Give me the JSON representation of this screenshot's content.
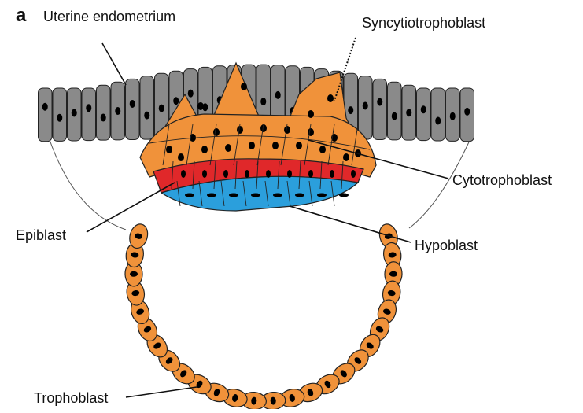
{
  "panel_letter": "a",
  "labels": {
    "uterine_endometrium": "Uterine endometrium",
    "syncytiotrophoblast": "Syncytiotrophoblast",
    "cytotrophoblast": "Cytotrophoblast",
    "epiblast": "Epiblast",
    "hypoblast": "Hypoblast",
    "trophoblast": "Trophoblast"
  },
  "colors": {
    "endometrium": "#8a8a8a",
    "trophoblast": "#f0923a",
    "epiblast": "#e0282a",
    "hypoblast": "#2b9fdc",
    "nucleus": "#000000",
    "outline": "#222222"
  }
}
